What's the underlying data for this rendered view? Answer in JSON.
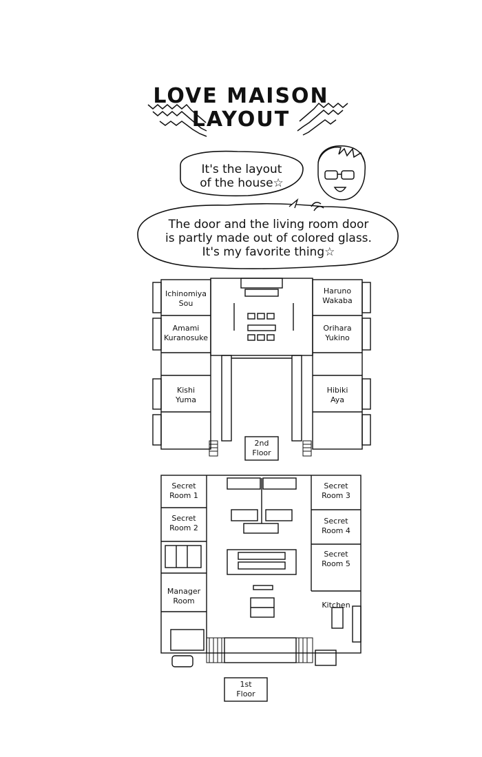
{
  "title": {
    "line1": "LOVE MAISON",
    "line2": "LAYOUT"
  },
  "bubbles": {
    "small": {
      "line1": "It's the layout",
      "line2": "of the house☆"
    },
    "large": {
      "line1": "The door and the living room door",
      "line2": "is partly made out of colored glass.",
      "line3": "It's my favorite thing☆"
    }
  },
  "floor2": {
    "label_line1": "2nd",
    "label_line2": "Floor",
    "rooms": {
      "left1": [
        "Ichinomiya",
        "Sou"
      ],
      "left2": [
        "Amami",
        "Kuranosuke"
      ],
      "left3": [
        "Kishi",
        "Yuma"
      ],
      "right1": [
        "Haruno",
        "Wakaba"
      ],
      "right2": [
        "Orihara",
        "Yukino"
      ],
      "right3": [
        "Hibiki",
        "Aya"
      ]
    }
  },
  "floor1": {
    "label_line1": "1st",
    "label_line2": "Floor",
    "rooms": {
      "secret1": [
        "Secret",
        "Room 1"
      ],
      "secret2": [
        "Secret",
        "Room 2"
      ],
      "secret3": [
        "Secret",
        "Room 3"
      ],
      "secret4": [
        "Secret",
        "Room 4"
      ],
      "secret5": [
        "Secret",
        "Room 5"
      ],
      "manager": [
        "Manager",
        "Room"
      ],
      "kitchen": "Kitchen"
    }
  }
}
